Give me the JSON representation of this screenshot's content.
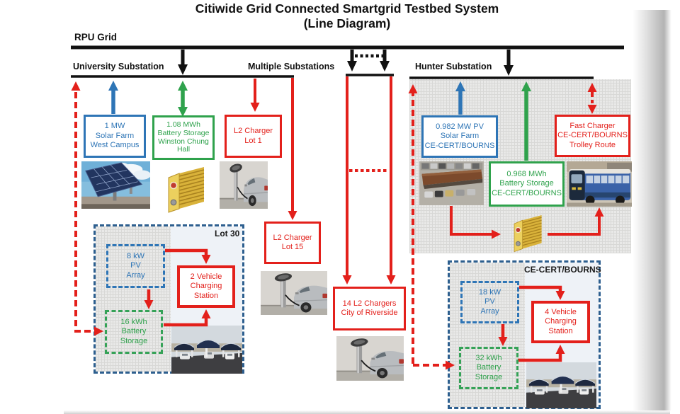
{
  "title": [
    "Citiwide Grid Connected Smartgrid Testbed System",
    "(Line Diagram)"
  ],
  "grid_label": "RPU Grid",
  "substations": {
    "university": "University Substation",
    "multiple": "Multiple Substations",
    "hunter": "Hunter Substation"
  },
  "boxes": {
    "solar_west": [
      "1 MW",
      "Solar Farm",
      "West Campus"
    ],
    "battery_winston": [
      "1.08 MWh",
      "Battery Storage",
      "Winston Chung",
      "Hall"
    ],
    "l2_lot1": [
      "L2 Charger",
      "Lot 1"
    ],
    "l2_lot15": [
      "L2 Charger",
      "Lot 15"
    ],
    "l2_riverside": [
      "14 L2 Chargers",
      "City of Riverside"
    ],
    "pv_hunter": [
      "0.982 MW PV",
      "Solar Farm",
      "CE-CERT/BOURNS"
    ],
    "fast_charger": [
      "Fast Charger",
      "CE-CERT/BOURNS",
      "Trolley Route"
    ],
    "battery_hunter": [
      "0.968 MWh",
      "Battery Storage",
      "CE-CERT/BOURNS"
    ],
    "pv_lot30": [
      "8 kW",
      "PV",
      "Array"
    ],
    "charging_lot30": [
      "2 Vehicle",
      "Charging",
      "Station"
    ],
    "battery_lot30": [
      "16 kWh",
      "Battery",
      "Storage"
    ],
    "pv_cecert": [
      "18 kW",
      "PV",
      "Array"
    ],
    "charging_cecert": [
      "4 Vehicle",
      "Charging",
      "Station"
    ],
    "battery_cecert": [
      "32 kWh",
      "Battery",
      "Storage"
    ]
  },
  "groups": {
    "lot30_label": "Lot 30",
    "cecert_label": "CE-CERT/BOURNS"
  },
  "colors": {
    "blue": "#2e75b6",
    "green": "#2fa24c",
    "red": "#e3201b",
    "black": "#111111"
  },
  "images": {
    "solar_farm": "solar-farm-photo",
    "battery_university": "battery-module-photo",
    "charger_lot1": "l2-charger-photo",
    "charger_lot15": "l2-charger-photo",
    "charger_riverside": "l2-charger-photo",
    "carport_hunter": "solar-carport-parking-photo",
    "trolley": "trolley-bus-photo",
    "battery_hunter": "battery-module-photo",
    "carport_lot30": "ev-charging-carport-photo",
    "carport_cecert": "ev-charging-carport-photo"
  }
}
